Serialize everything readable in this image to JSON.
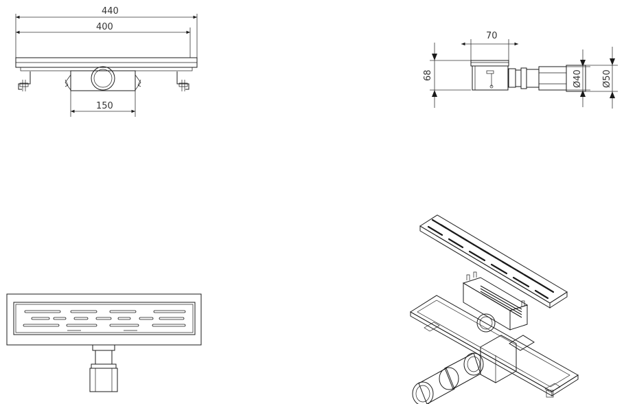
{
  "front_view": {
    "dims": {
      "overall": "440",
      "grate": "400",
      "outlet_spacing": "150"
    }
  },
  "side_view": {
    "dims": {
      "width": "70",
      "height": "68",
      "pipe_inner": "Ø40",
      "pipe_outer": "Ø50"
    }
  }
}
